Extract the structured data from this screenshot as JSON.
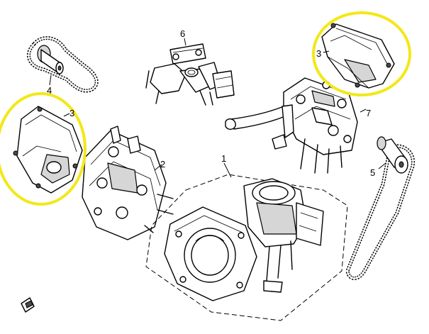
{
  "highlight_color": "#f2e81a",
  "callouts": [
    {
      "id": "cylinder",
      "label": "1"
    },
    {
      "id": "cylinder-head",
      "label": "2"
    },
    {
      "id": "valve-cover-left",
      "label": "3"
    },
    {
      "id": "valve-cover-right",
      "label": "3"
    },
    {
      "id": "cam-sprocket-left",
      "label": "4"
    },
    {
      "id": "cam-sprocket-right",
      "label": "5"
    },
    {
      "id": "intake-manifold",
      "label": "6"
    },
    {
      "id": "cylinder-head-rear",
      "label": "7"
    }
  ],
  "icons": [
    "timing-chain-icon",
    "cam-sprocket-icon",
    "valve-cover-icon",
    "cylinder-head-icon",
    "cylinder-block-icon",
    "intake-manifold-icon",
    "logo-mark-icon"
  ]
}
